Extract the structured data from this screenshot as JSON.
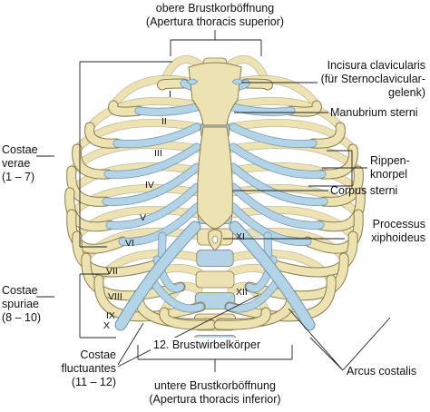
{
  "labels": {
    "top_line1": "obere Brustkorböffnung",
    "top_line2": "(Apertura thoracis superior)",
    "incisura_1": "Incisura clavicularis",
    "incisura_2": "(für Sternoclavicular-",
    "incisura_3": "gelenk)",
    "manubrium": "Manubrium sterni",
    "rippen_1": "Rippen-",
    "rippen_2": "knorpel",
    "corpus": "Corpus sterni",
    "xiph_1": "Processus",
    "xiph_2": "xiphoideus",
    "verae_1": "Costae",
    "verae_2": "verae",
    "verae_3": "(1 – 7)",
    "spuriae_1": "Costae",
    "spuriae_2": "spuriae",
    "spuriae_3": "(8 – 10)",
    "fluct_1": "Costae",
    "fluct_2": "fluctuantes",
    "fluct_3": "(11 – 12)",
    "vertebra": "12. Brustwirbelkörper",
    "bottom_line1": "untere Brustkorböffnung",
    "bottom_line2": "(Apertura thoracis inferior)",
    "arcus": "Arcus costalis"
  },
  "rib_numerals": {
    "i": "I",
    "ii": "II",
    "iii": "III",
    "iv": "IV",
    "v": "V",
    "vi": "VI",
    "vii": "VII",
    "viii": "VIII",
    "ix": "IX",
    "x": "X",
    "xi": "XI",
    "xii": "XII"
  },
  "colors": {
    "bone": "#ece2b2",
    "bone_outline": "#8a7c4a",
    "cartilage": "#b3d3e6",
    "cartilage_outline": "#6f94ad",
    "leader_line": "#222222"
  }
}
